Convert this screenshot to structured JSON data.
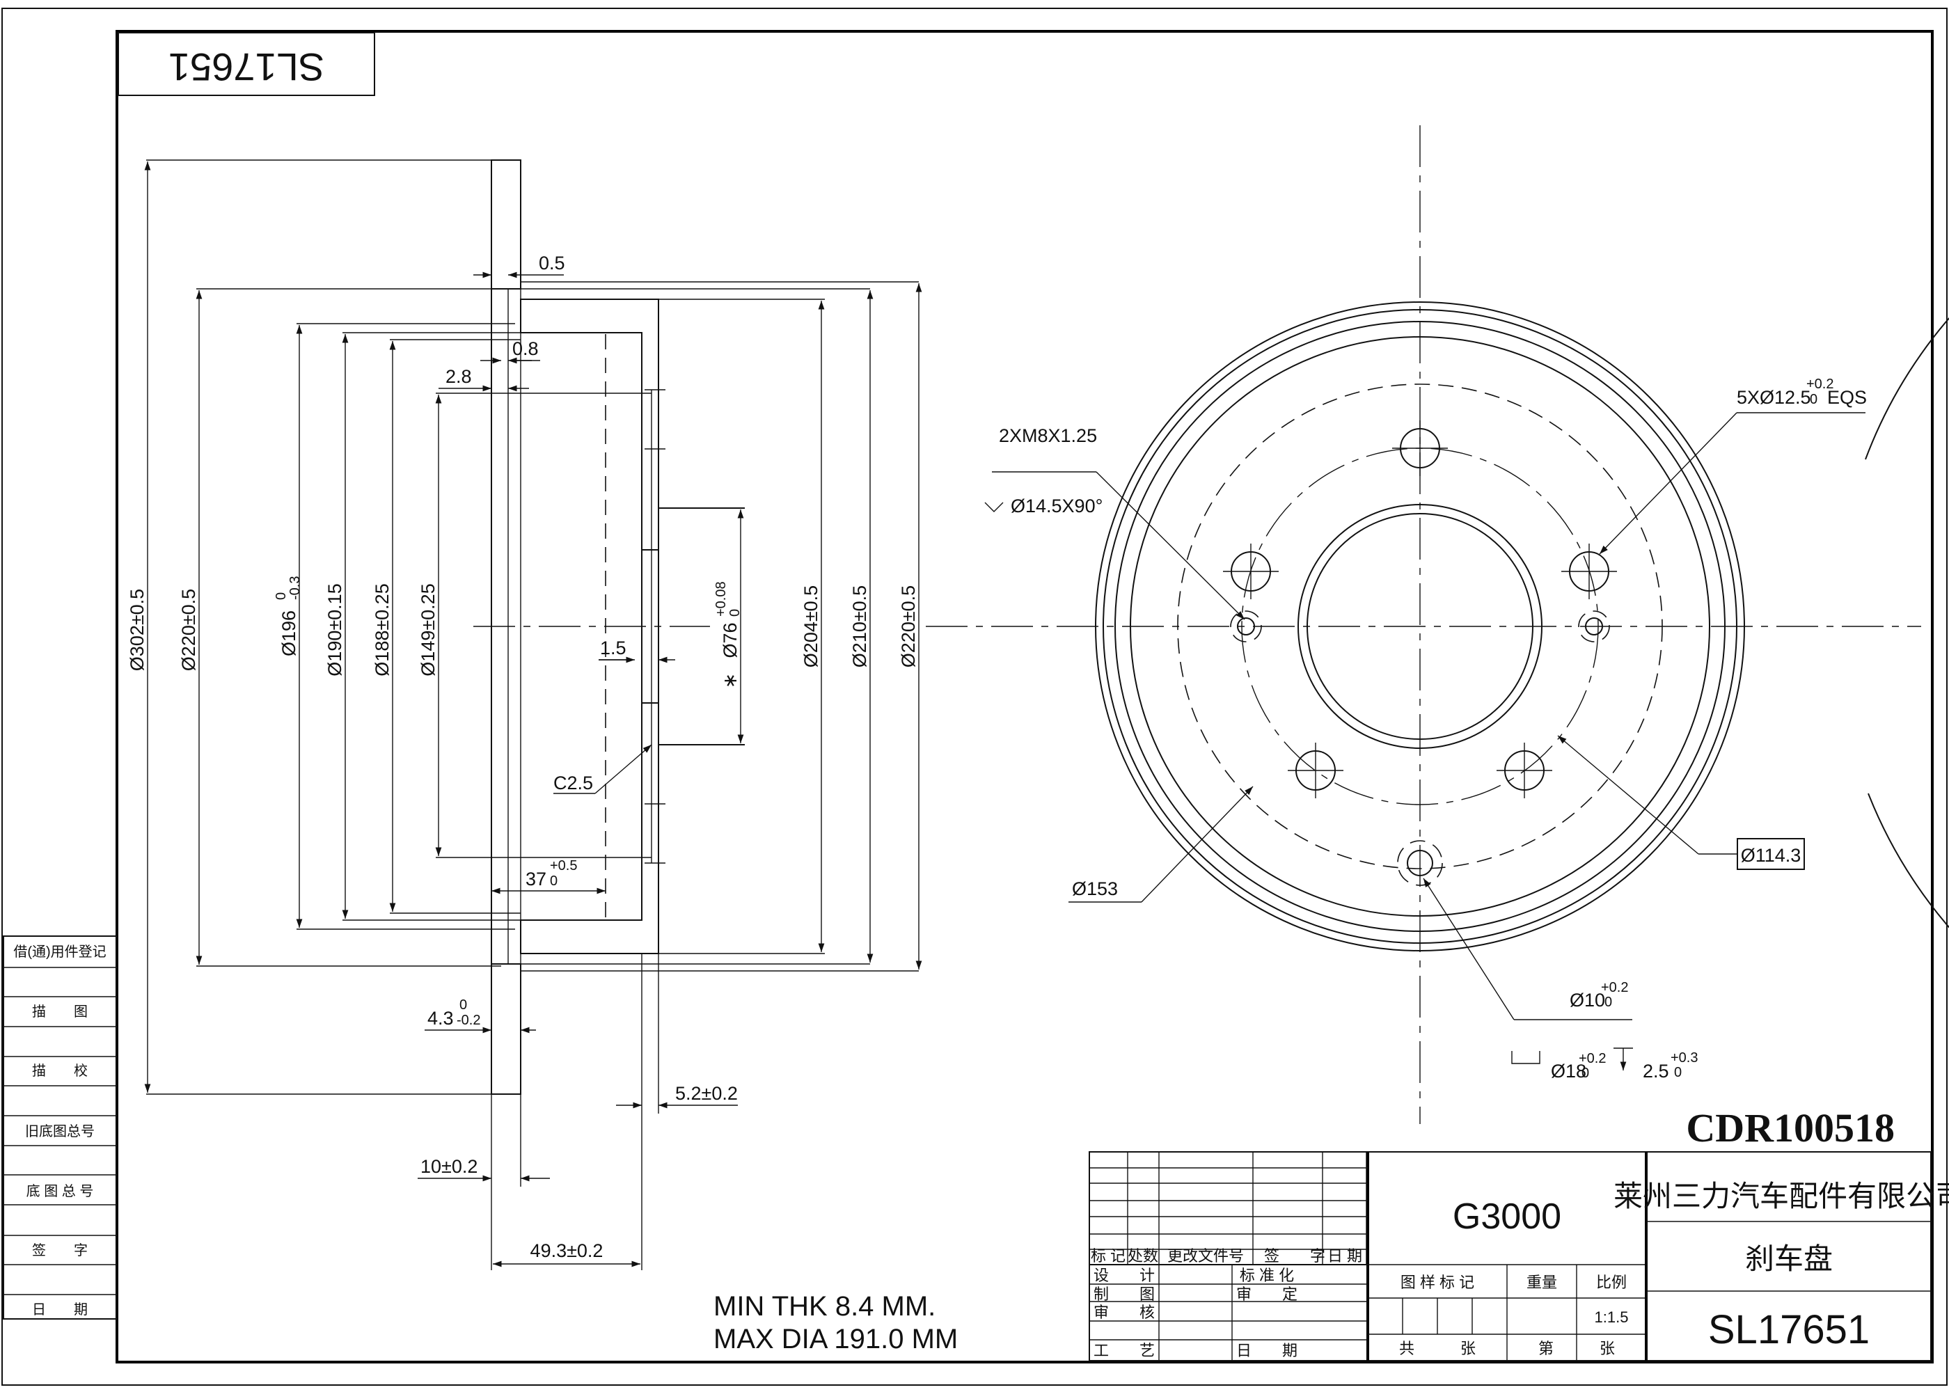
{
  "drawing": {
    "part_code_mirrored": "SL17651",
    "catalog_no": "CDR100518",
    "notes": [
      "MIN THK 8.4 MM.",
      "MAX DIA 191.0 MM"
    ]
  },
  "side_view_dims": {
    "d302": "Ø302±0.5",
    "d220_left": "Ø220±0.5",
    "d196": "Ø196",
    "d196_tol_up": "0",
    "d196_tol_lo": "-0.3",
    "d190": "Ø190±0.15",
    "d188": "Ø188±0.25",
    "d149": "Ø149±0.25",
    "d76": "Ø76",
    "d76_tol_up": "+0.08",
    "d76_tol_lo": "0",
    "d76_mark": "∗",
    "d204": "Ø204±0.5",
    "d210": "Ø210±0.5",
    "d220_right": "Ø220±0.5",
    "t05": "0.5",
    "t08": "0.8",
    "t28": "2.8",
    "t15": "1.5",
    "c25": "C2.5",
    "d37": "37",
    "d37_tol_up": "+0.5",
    "d37_tol_lo": "0",
    "d43": "4.3",
    "d43_tol_up": "0",
    "d43_tol_lo": "-0.2",
    "d52": "5.2±0.2",
    "d10": "10±0.2",
    "d493": "49.3±0.2"
  },
  "front_view_dims": {
    "thread": "2XM8X1.25",
    "csink": "Ø14.5X90°",
    "holes": "5XØ12.5",
    "holes_tol_up": "+0.2",
    "holes_tol_lo": "0",
    "holes_suffix": "EQS",
    "d153": "Ø153",
    "d1143": "Ø114.3",
    "d10h": "Ø10",
    "d10h_tol_up": "+0.2",
    "d10h_tol_lo": "0",
    "d18": "Ø18",
    "d18_tol_up": "+0.2",
    "d18_tol_lo": "0",
    "depth": "2.5",
    "depth_tol_up": "+0.3",
    "depth_tol_lo": "0"
  },
  "left_strip": [
    "借(通)用件登记",
    "描　　图",
    "描　　校",
    "旧底图总号",
    "底 图 总 号",
    "签　　字",
    "日　　期"
  ],
  "title_block": {
    "material": "G3000",
    "company": "莱州三力汽车配件有限公司",
    "part_name": "刹车盘",
    "drawing_no": "SL17651",
    "rev_headers": [
      "标 记",
      "处数",
      "更改文件号",
      "签　　字",
      "日 期"
    ],
    "left_rows": [
      "设　　计",
      "制　　图",
      "审　　核",
      "工　　艺"
    ],
    "mid_rows": [
      "标 准 化",
      "审　　定",
      "",
      "日　　期"
    ],
    "stage_label": "图 样 标 记",
    "weight_label": "重量",
    "scale_label": "比例",
    "scale_value": "1:1.5",
    "sheets_total_label": "共　　　张",
    "sheet_no_label": "第　　　张"
  }
}
